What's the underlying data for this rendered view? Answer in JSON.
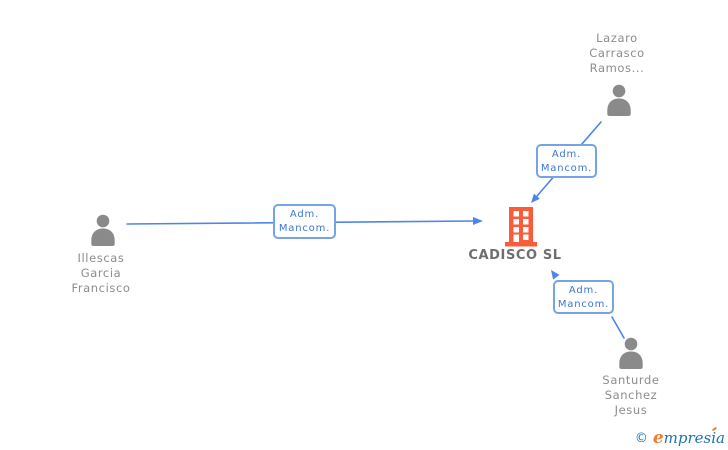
{
  "diagram": {
    "company": {
      "name": "CADISCO SL"
    },
    "persons": [
      {
        "name_lines": [
          "Lazaro",
          "Carrasco",
          "Ramos..."
        ]
      },
      {
        "name_lines": [
          "Illescas",
          "Garcia",
          "Francisco"
        ]
      },
      {
        "name_lines": [
          "Santurde",
          "Sanchez",
          "Jesus"
        ]
      }
    ],
    "edges": [
      {
        "from": "Illescas Garcia Francisco",
        "to": "CADISCO SL",
        "label_lines": [
          "Adm.",
          "Mancom."
        ]
      },
      {
        "from": "Lazaro Carrasco Ramos...",
        "to": "CADISCO SL",
        "label_lines": [
          "Adm.",
          "Mancom."
        ]
      },
      {
        "from": "Santurde Sanchez Jesus",
        "to": "CADISCO SL",
        "label_lines": [
          "Adm.",
          "Mancom."
        ]
      }
    ]
  },
  "colors": {
    "edge_blue": "#4d86e8",
    "label_border_blue": "#76a3e6",
    "label_text_blue": "#3b76d6",
    "person_gray": "#8a8a8a",
    "person_text_gray": "#8d8d8d",
    "company_orange": "#f85c3a",
    "company_text_gray": "#6e6e6e",
    "logo_blue": "#1b74b4",
    "logo_orange": "#ee7d2d"
  },
  "watermark": {
    "copyright_symbol": "©",
    "brand_initial": "e",
    "brand_rest_1": "mpres",
    "brand_rest_2": "ia"
  }
}
